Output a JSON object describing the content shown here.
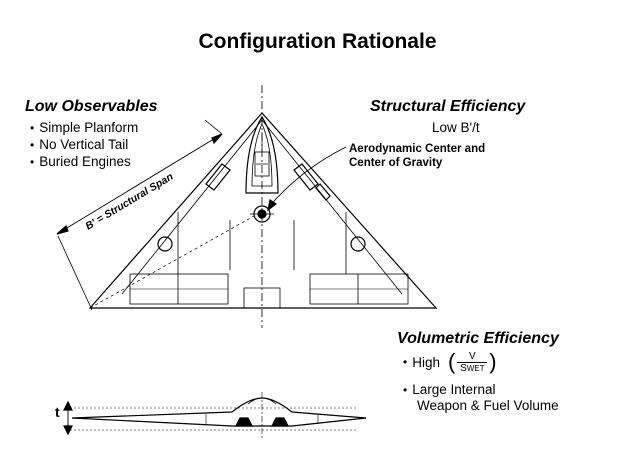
{
  "title": "Configuration Rationale",
  "low_observables": {
    "heading": "Low Observables",
    "items": [
      "Simple Planform",
      "No Vertical Tail",
      "Buried Engines"
    ]
  },
  "structural_efficiency": {
    "heading": "Structural Efficiency",
    "subtitle": "Low B'/t"
  },
  "callout": {
    "line1": "Aerodynamic Center and",
    "line2": "Center of Gravity"
  },
  "span_label": "B' = Structural Span",
  "volumetric_efficiency": {
    "heading": "Volumetric Efficiency",
    "high_label": "High",
    "ratio_numerator": "V",
    "ratio_denominator": "S",
    "ratio_denominator_sub": "WET",
    "item2_line1": "Large Internal",
    "item2_line2": "Weapon & Fuel Volume"
  },
  "thickness_label": "t",
  "bullet": "•"
}
